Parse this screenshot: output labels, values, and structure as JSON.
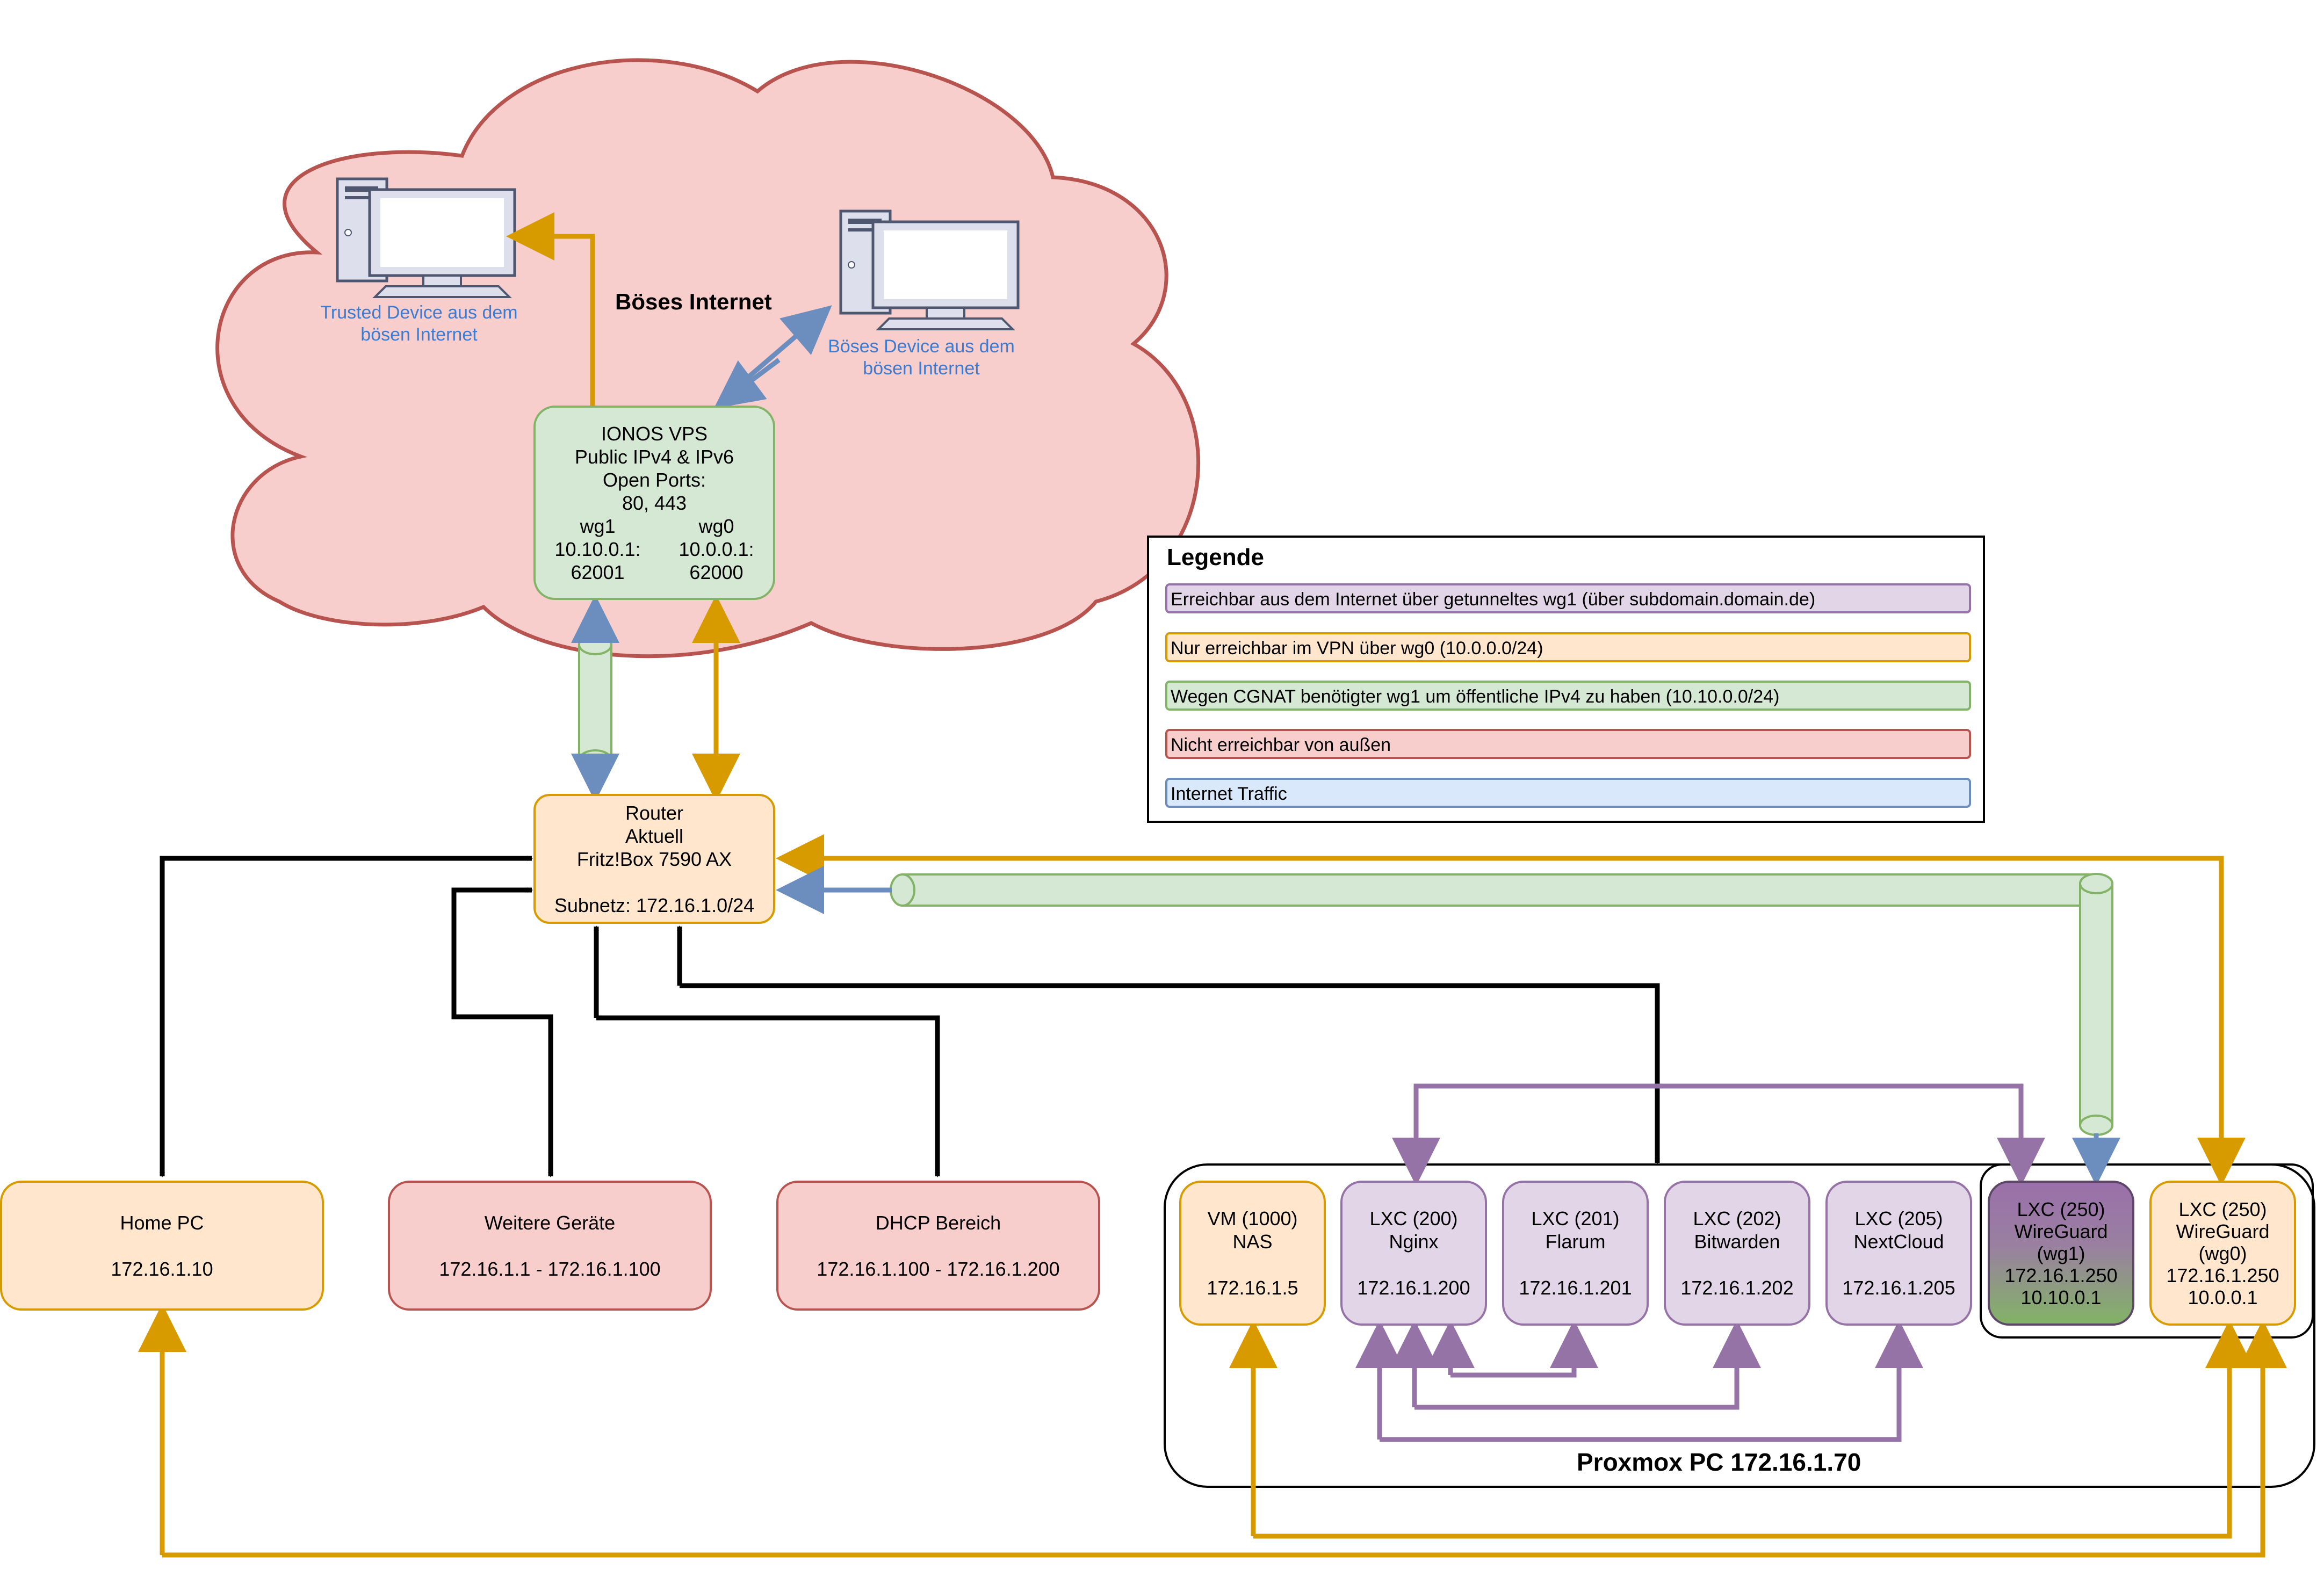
{
  "cloud": {
    "title": "Böses Internet",
    "trusted_device": [
      "Trusted Device aus dem",
      "bösen Internet"
    ],
    "evil_device": [
      "Böses Device aus dem",
      "bösen Internet"
    ]
  },
  "vps": {
    "lines": [
      "IONOS VPS",
      "Public IPv4 & IPv6",
      "Open Ports:",
      "80, 443"
    ],
    "wg1": [
      "wg1",
      "10.10.0.1:",
      "62001"
    ],
    "wg0": [
      "wg0",
      "10.0.0.1:",
      "62000"
    ]
  },
  "router": {
    "lines": [
      "Router",
      "Aktuell",
      "Fritz!Box 7590 AX"
    ],
    "subnet": "Subnetz: 172.16.1.0/24"
  },
  "devices": {
    "home_pc": {
      "name": "Home PC",
      "ip": "172.16.1.10"
    },
    "weitere": {
      "name": "Weitere Geräte",
      "ip": "172.16.1.1 - 172.16.1.100"
    },
    "dhcp": {
      "name": "DHCP Bereich",
      "ip": "172.16.1.100 - 172.16.1.200"
    }
  },
  "proxmox": {
    "label": "Proxmox PC 172.16.1.70",
    "nas": {
      "lines": [
        "VM (1000)",
        "NAS"
      ],
      "ip": "172.16.1.5"
    },
    "nginx": {
      "lines": [
        "LXC (200)",
        "Nginx"
      ],
      "ip": "172.16.1.200"
    },
    "flarum": {
      "lines": [
        "LXC (201)",
        "Flarum"
      ],
      "ip": "172.16.1.201"
    },
    "bitwarden": {
      "lines": [
        "LXC (202)",
        "Bitwarden"
      ],
      "ip": "172.16.1.202"
    },
    "nextcloud": {
      "lines": [
        "LXC (205)",
        "NextCloud"
      ],
      "ip": "172.16.1.205"
    },
    "wg1": {
      "lines": [
        "LXC (250)",
        "WireGuard",
        "(wg1)",
        "172.16.1.250",
        "10.10.0.1"
      ]
    },
    "wg0": {
      "lines": [
        "LXC (250)",
        "WireGuard",
        "(wg0)",
        "172.16.1.250",
        "10.0.0.1"
      ]
    }
  },
  "legend": {
    "title": "Legende",
    "items": [
      "Erreichbar aus dem Internet über getunneltes wg1 (über subdomain.domain.de)",
      "Nur erreichbar im VPN über wg0 (10.0.0.0/24)",
      "Wegen CGNAT benötigter wg1 um öffentliche IPv4 zu haben (10.10.0.0/24)",
      "Nicht erreichbar von außen",
      "Internet Traffic"
    ]
  },
  "colors": {
    "orange_line": "#d79b00",
    "purple_line": "#9673a6",
    "blue_line": "#6c8ebf",
    "black_line": "#000000",
    "cloud_fill": "#f8cecc",
    "cloud_stroke": "#b85450",
    "tunnel_fill": "#d5e8d4",
    "tunnel_stroke": "#82b366"
  }
}
